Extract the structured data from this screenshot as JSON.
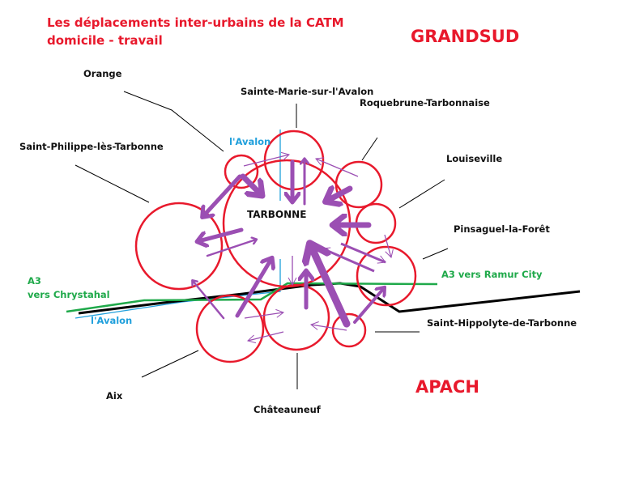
{
  "title": {
    "line1": "Les déplacements inter-urbains de la CATM",
    "line2": "domicile - travail"
  },
  "zones": {
    "north": "GRANDSUD",
    "south": "APACH"
  },
  "center_city": "TARBONNE",
  "cities": {
    "orange": "Orange",
    "sainte_marie": "Sainte-Marie-sur-l'Avalon",
    "roquebrune": "Roquebrune-Tarbonnaise",
    "louiseville": "Louiseville",
    "saint_philippe": "Saint-Philippe-lès-Tarbonne",
    "pinsaguel": "Pinsaguel-la-Forêt",
    "saint_hippolyte": "Saint-Hippolyte-de-Tarbonne",
    "aix": "Aix",
    "chateauneuf": "Châteauneuf"
  },
  "roads": {
    "a3_west_line1": "A3",
    "a3_west_line2": "vers Chrystahal",
    "a3_east": "A3 vers Ramur City",
    "river_north": "l'Avalon",
    "river_west": "l'Avalon"
  },
  "colors": {
    "circle": "#e8192c",
    "arrow": "#9b4fb3",
    "highway": "#1fa94a",
    "river": "#21a0dc",
    "rail": "#000000",
    "title": "#e8192c"
  }
}
